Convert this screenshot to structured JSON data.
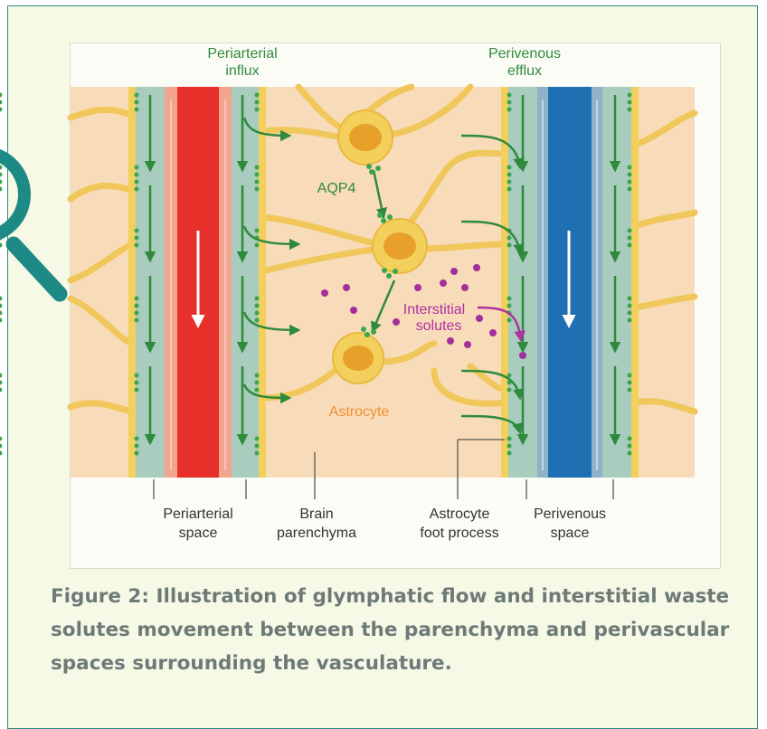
{
  "figure": {
    "caption": "Figure 2: Illustration of glymphatic flow and interstitial waste solutes movement between the parenchyma and perivascular spaces surrounding the vasculature.",
    "top_labels": {
      "periarterial_influx": [
        "Periarterial",
        "influx"
      ],
      "perivenous_efflux": [
        "Perivenous",
        "efflux"
      ]
    },
    "inner_labels": {
      "aqp4": "AQP4",
      "interstitial_solutes": [
        "Interstitial",
        "solutes"
      ],
      "astrocyte": "Astrocyte"
    },
    "bottom_labels": {
      "periarterial_space": [
        "Periarterial",
        "space"
      ],
      "brain_parenchyma": [
        "Brain",
        "parenchyma"
      ],
      "astrocyte_foot_process": [
        "Astrocyte",
        "foot process"
      ],
      "perivenous_space": [
        "Perivenous",
        "space"
      ]
    },
    "colors": {
      "artery": "#e8302a",
      "vein": "#1f6fb3",
      "parenchyma": "#f8dcb9",
      "perivascular": "#9dc4b5",
      "astrocyte": "#f3cf5c",
      "flow_arrow": "#2f8a3c",
      "solute": "#a3309a",
      "magnifier": "#1e8a85"
    }
  }
}
